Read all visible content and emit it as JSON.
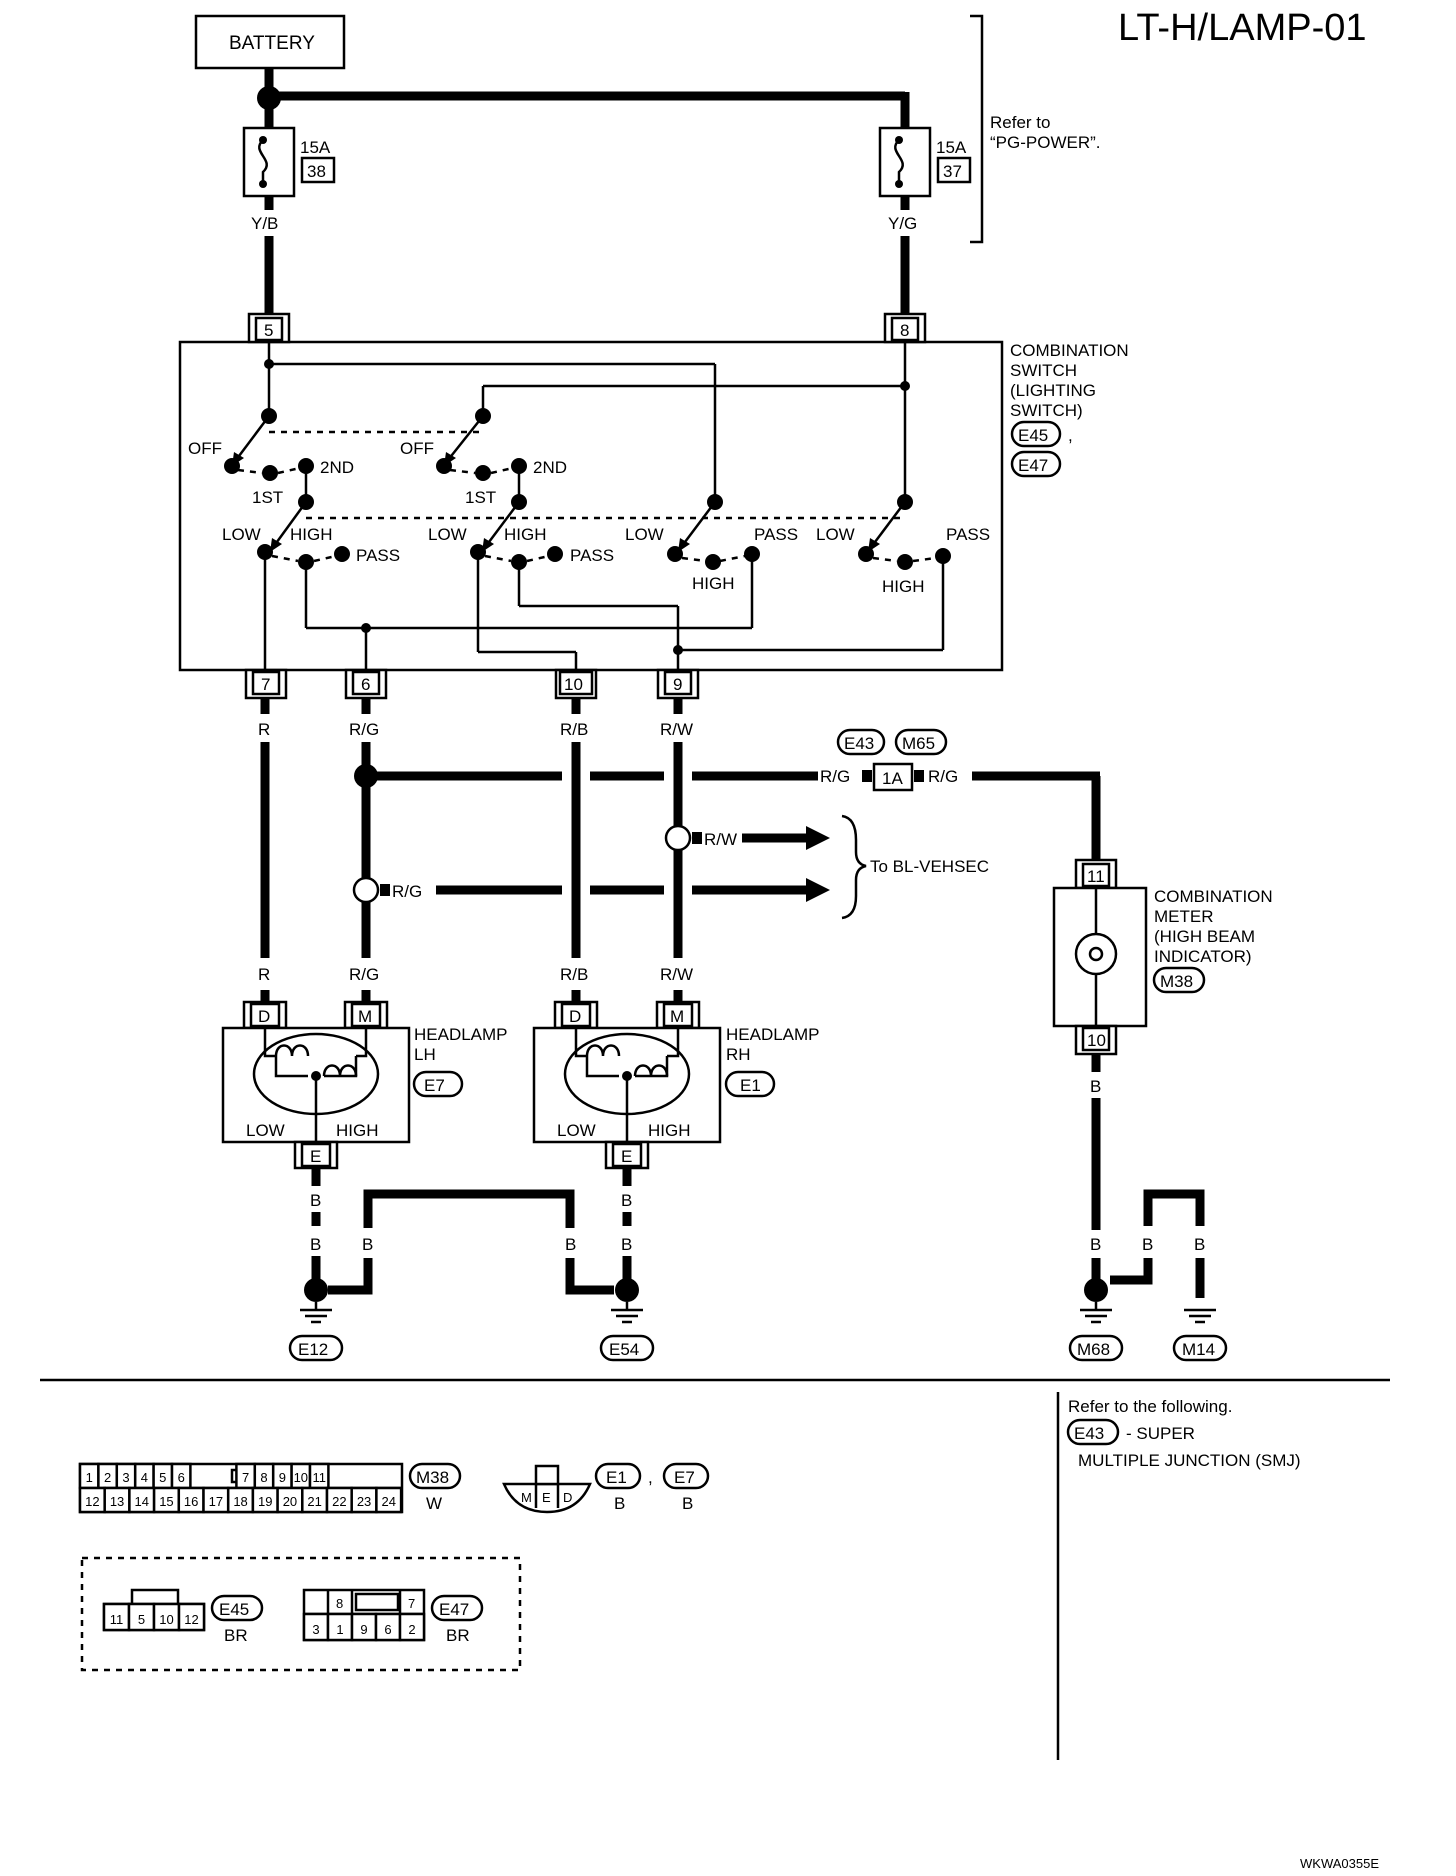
{
  "page": {
    "code": "LT-H/LAMP-01",
    "figure_id": "WKWA0355E"
  },
  "battery": {
    "label": "BATTERY"
  },
  "fuses": [
    {
      "amps": "15A",
      "number": "38",
      "wire": "Y/B"
    },
    {
      "amps": "15A",
      "number": "37",
      "wire": "Y/G"
    }
  ],
  "power_ref": {
    "line1": "Refer to",
    "line2": "“PG-POWER”."
  },
  "combination_switch": {
    "name_lines": [
      "COMBINATION",
      "SWITCH",
      "(LIGHTING",
      "SWITCH)"
    ],
    "connectors": [
      "E45",
      "E47"
    ],
    "separator": ",",
    "pins_top": [
      "5",
      "8"
    ],
    "pins_bottom": [
      "7",
      "6",
      "10",
      "9"
    ],
    "positions": {
      "off": "OFF",
      "first": "1ST",
      "second": "2ND",
      "low": "LOW",
      "high": "HIGH",
      "pass": "PASS"
    }
  },
  "wires": {
    "pin7": "R",
    "pin6": "R/G",
    "pin10": "R/B",
    "pin9": "R/W",
    "meter_in": "R/G",
    "meter_out": "B",
    "ground": "B"
  },
  "joint": {
    "connectors": [
      "E43",
      "M65"
    ],
    "pin": "1A",
    "wire_left": "R/G",
    "wire_right": "R/G"
  },
  "bl_vehsec": {
    "label": "To BL-VEHSEC",
    "wire_a": "R/W",
    "wire_b": "R/G"
  },
  "combination_meter": {
    "name_lines": [
      "COMBINATION",
      "METER",
      "(HIGH BEAM",
      "INDICATOR)"
    ],
    "connector": "M38",
    "pin_in": "11",
    "pin_out": "10"
  },
  "headlamps": [
    {
      "name_lines": [
        "HEADLAMP",
        "LH"
      ],
      "connector": "E7",
      "pins": [
        "D",
        "M",
        "E"
      ],
      "low": "LOW",
      "high": "HIGH",
      "wires_in": [
        "R",
        "R/G"
      ]
    },
    {
      "name_lines": [
        "HEADLAMP",
        "RH"
      ],
      "connector": "E1",
      "pins": [
        "D",
        "M",
        "E"
      ],
      "low": "LOW",
      "high": "HIGH",
      "wires_in": [
        "R/B",
        "R/W"
      ]
    }
  ],
  "grounds": [
    "E12",
    "E54",
    "M68",
    "M14"
  ],
  "legend": {
    "refer_intro": "Refer to the following.",
    "refer_connector": "E43",
    "refer_text_1": "- SUPER",
    "refer_text_2": "MULTIPLE JUNCTION (SMJ)",
    "m38": {
      "connector": "M38",
      "color": "W",
      "row1": [
        "1",
        "2",
        "3",
        "4",
        "5",
        "6",
        "7",
        "8",
        "9",
        "10",
        "11"
      ],
      "row2": [
        "12",
        "13",
        "14",
        "15",
        "16",
        "17",
        "18",
        "19",
        "20",
        "21",
        "22",
        "23",
        "24"
      ]
    },
    "headlamp_conn": {
      "pins": [
        "M",
        "E",
        "D"
      ],
      "connectors": [
        "E1",
        "E7"
      ],
      "colors": [
        "B",
        "B"
      ],
      "separator": ","
    },
    "e45": {
      "connector": "E45",
      "color": "BR",
      "pins": [
        "11",
        "5",
        "10",
        "12"
      ]
    },
    "e47": {
      "connector": "E47",
      "color": "BR",
      "pins_top": [
        "8",
        "7"
      ],
      "pins_bottom": [
        "3",
        "1",
        "9",
        "6",
        "2"
      ]
    }
  }
}
